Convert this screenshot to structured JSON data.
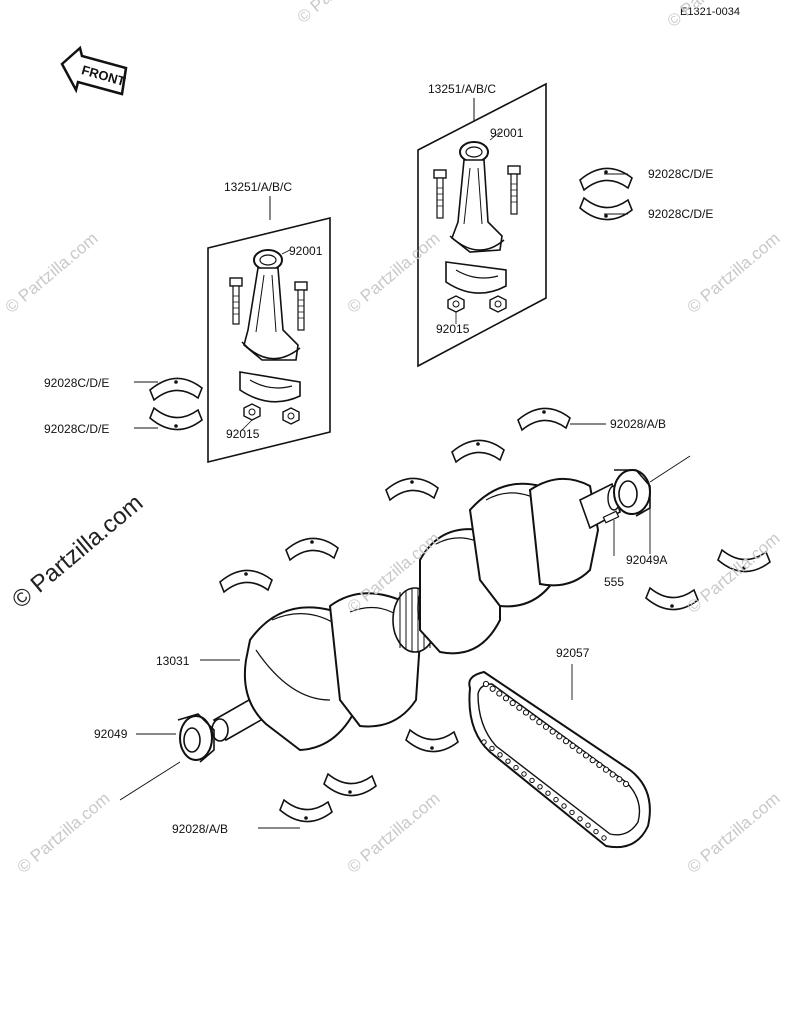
{
  "drawing_code": "E1321-0034",
  "front_label": "FRONT",
  "watermarks": {
    "text": "© Partzilla.com",
    "main_text": "© Partzilla.com"
  },
  "labels": {
    "conrod_left": "13251/A/B/C",
    "conrod_right": "13251/A/B/C",
    "bolt_left": "92001",
    "bolt_right": "92001",
    "nut_left": "92015",
    "nut_right": "92015",
    "bearing_cde_left_upper": "92028C/D/E",
    "bearing_cde_left_lower": "92028C/D/E",
    "bearing_cde_right_upper": "92028C/D/E",
    "bearing_cde_right_lower": "92028C/D/E",
    "bearing_ab_upper": "92028/A/B",
    "bearing_ab_lower": "92028/A/B",
    "oil_seal_right": "92049A",
    "pin": "555",
    "crankshaft": "13031",
    "chain": "92057",
    "oil_seal_left": "92049"
  }
}
